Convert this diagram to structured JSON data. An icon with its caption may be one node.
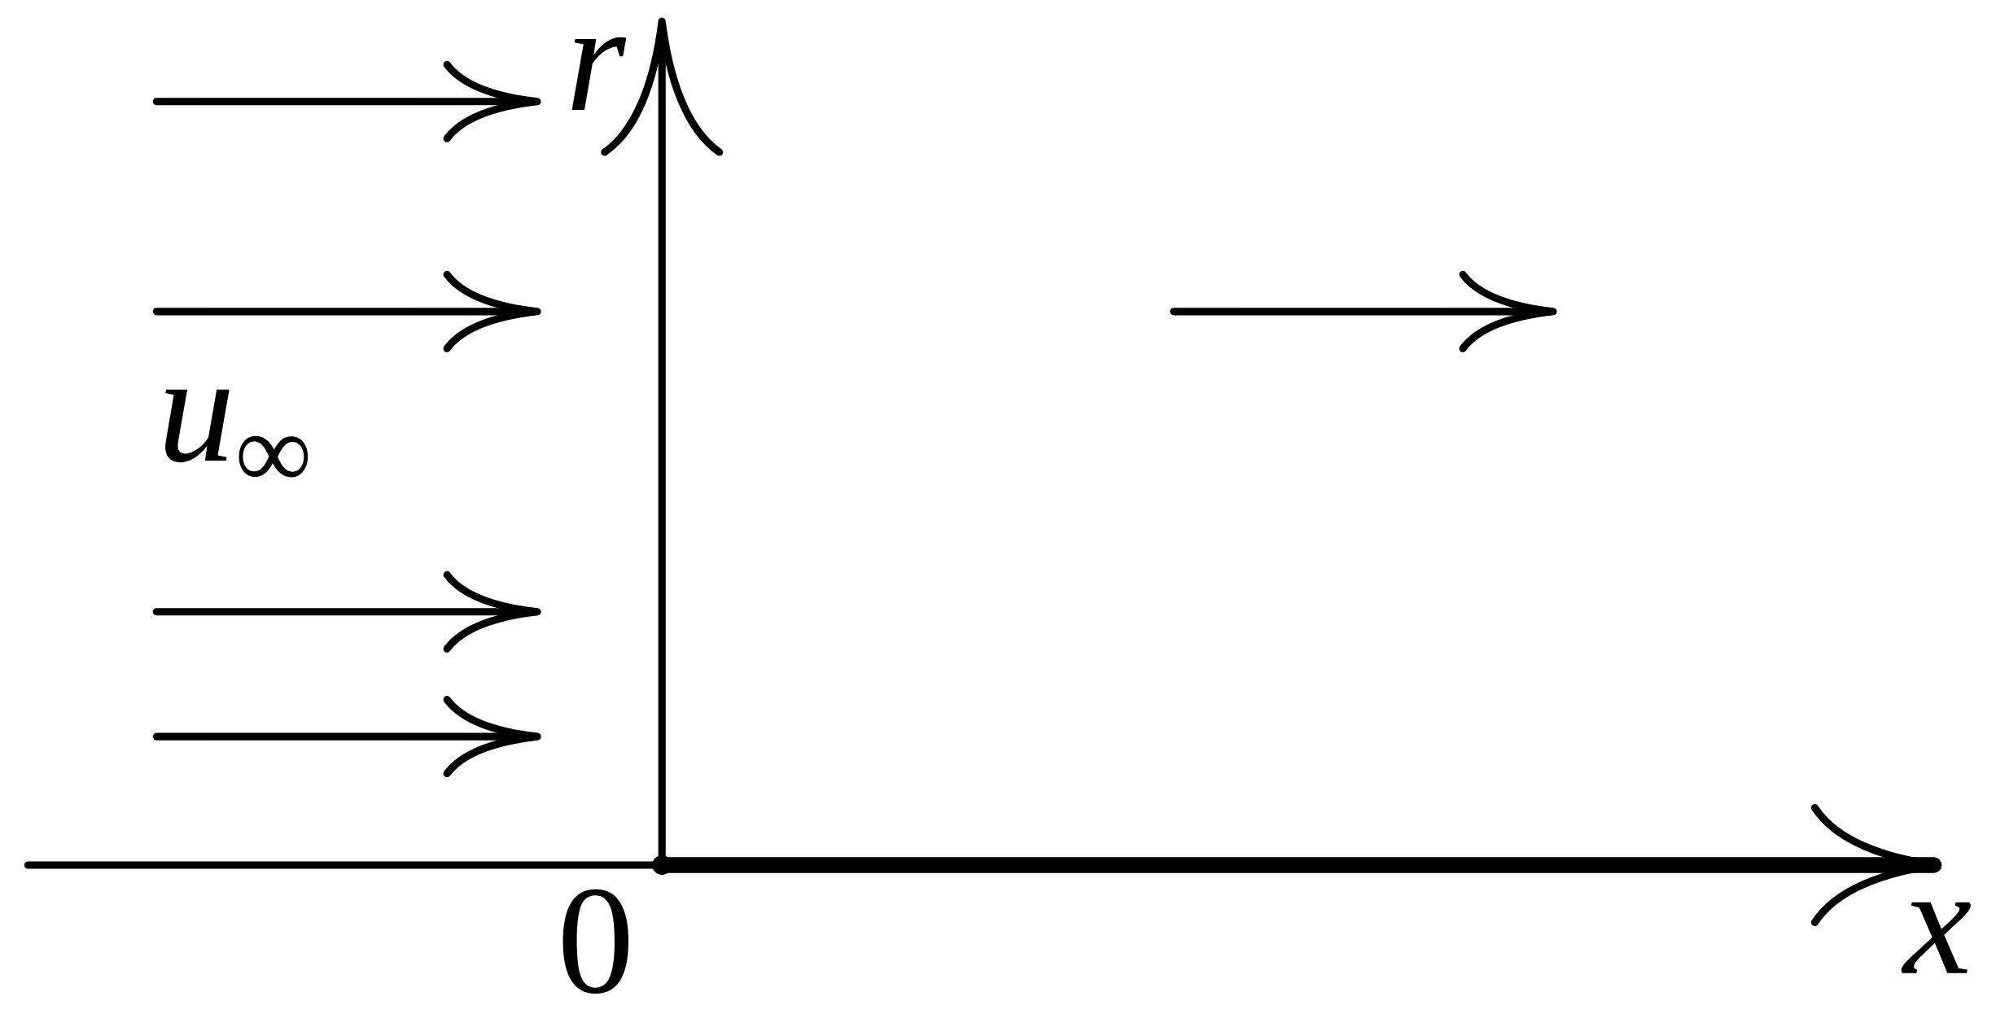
{
  "diagram": {
    "labels": [
      "r",
      "*u*$_{∞}$",
      "0",
      "x"
    ]
  }
}
